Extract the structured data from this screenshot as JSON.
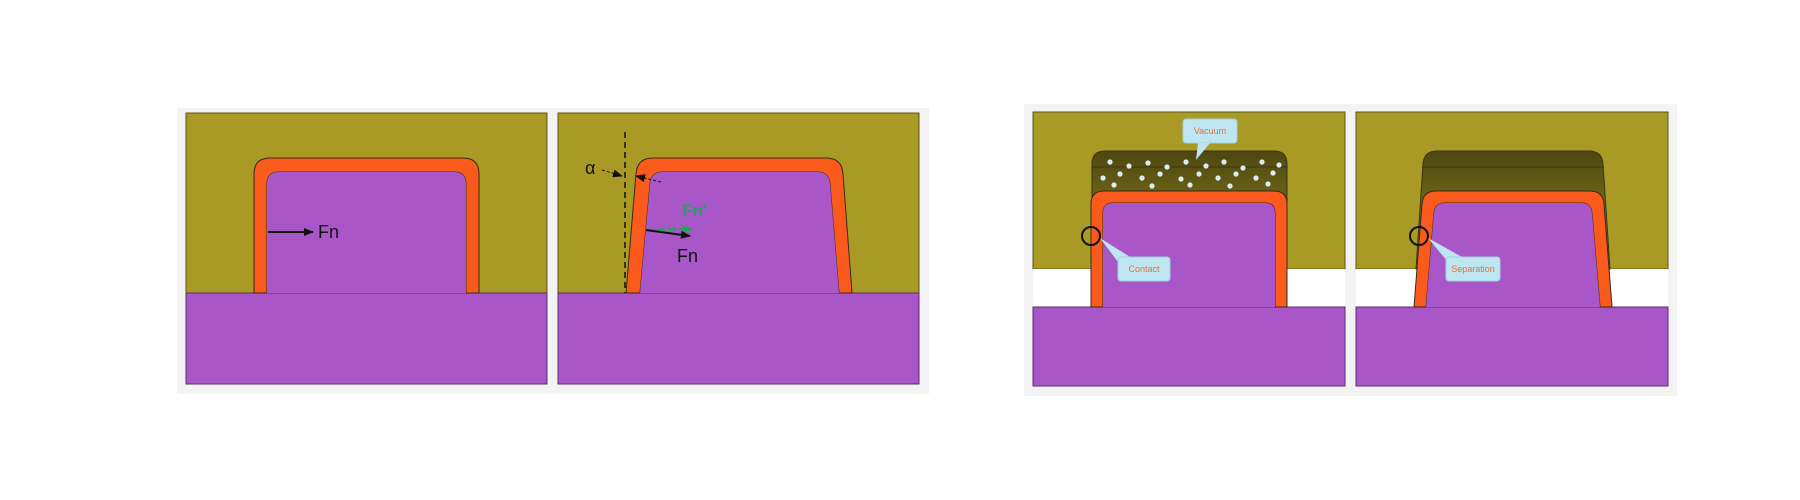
{
  "colors": {
    "mold": "#A89A25",
    "mold_dark": "#6E6418",
    "part": "#A957C8",
    "film": "#FA5A1C",
    "outline": "#3B2A18",
    "frame_bg": "#F3F3F3",
    "callout_bg": "#BFE6F0",
    "callout_text": "#E8703A",
    "fn_green": "#22A35A",
    "dots": "#D7EFF4"
  },
  "panel_a": {
    "force_label": "Fn"
  },
  "panel_b": {
    "angle_label": "α",
    "force_component_label": "Fn'",
    "force_label": "Fn"
  },
  "panel_c": {
    "vacuum_label": "Vacuum",
    "contact_label": "Contact"
  },
  "panel_d": {
    "separation_label": "Separation"
  }
}
